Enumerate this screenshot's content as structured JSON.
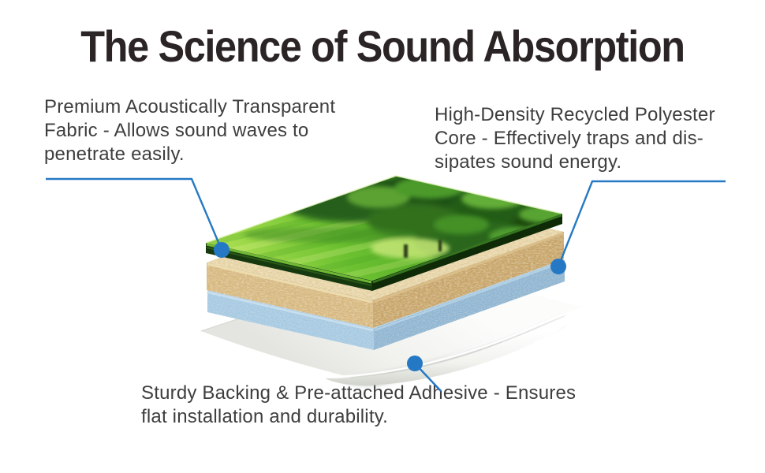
{
  "title": "The Science of Sound Absorption",
  "colors": {
    "accent_blue": "#2579c4",
    "title_text": "#2b2425",
    "body_text": "#3e3e3e",
    "background": "#ffffff",
    "fabric_edge_green": "#16380e",
    "lawn_green": "#6cc131",
    "core_tan": "#d8b87e",
    "felt_blue": "#a5c9e2",
    "backing_white": "#f4f5f2"
  },
  "callouts": {
    "fabric": {
      "lines": [
        "Premium Acoustically Transparent",
        "Fabric - Allows sound waves to",
        "penetrate easily."
      ]
    },
    "core": {
      "lines": [
        "High-Density Recycled Polyester",
        "Core - Effectively traps and dis-",
        "sipates sound energy."
      ]
    },
    "backing": {
      "lines": [
        "Sturdy Backing & Pre-attached Adhesive - Ensures",
        "flat installation and durability."
      ]
    }
  },
  "diagram": {
    "layers": [
      {
        "id": "printed-fabric-layer"
      },
      {
        "id": "polyester-core-layer"
      },
      {
        "id": "felt-underlayer"
      },
      {
        "id": "adhesive-backing-sheet"
      }
    ]
  }
}
